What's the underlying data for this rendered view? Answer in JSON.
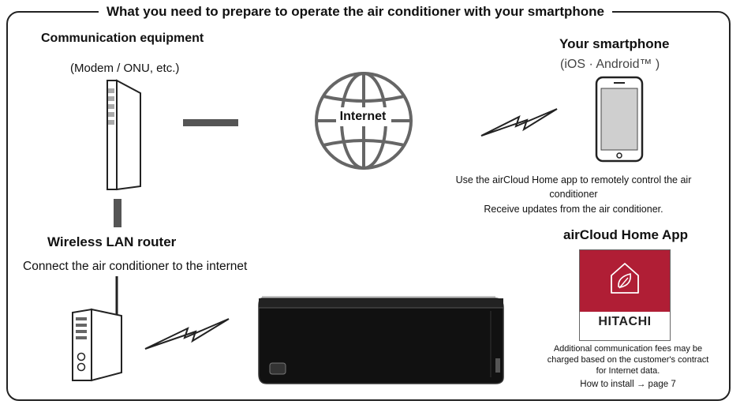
{
  "title": {
    "prefix": "What you need to prepare to operate the",
    "highlight": "air conditioner",
    "suffix": "with your smartphone"
  },
  "communication_equipment": {
    "label": "Communication equipment",
    "subtitle": "(Modem / ONU, etc.)"
  },
  "internet": {
    "label": "Internet"
  },
  "smartphone": {
    "label": "Your smartphone",
    "subtitle": "(iOS · Android™ )",
    "desc_line1": "Use the airCloud Home app to remotely control the air",
    "desc_line2": "conditioner",
    "desc_line3": "Receive updates from the air conditioner."
  },
  "router": {
    "label": "Wireless LAN router",
    "desc": "Connect the air conditioner to the internet"
  },
  "app": {
    "label": "airCloud Home App",
    "brand": "HITACHI",
    "note_line1": "Additional communication fees may be",
    "note_line2": "charged based on the customer's contract",
    "note_line3": "for Internet data.",
    "install": "How to install → page 7"
  },
  "colors": {
    "app_tile": "#b01e35",
    "connector": "#555555",
    "ink": "#111111"
  },
  "icons": [
    "modem-icon",
    "globe-icon",
    "wireless-signal-icon",
    "smartphone-icon",
    "router-icon",
    "air-conditioner-icon",
    "home-leaf-icon"
  ]
}
